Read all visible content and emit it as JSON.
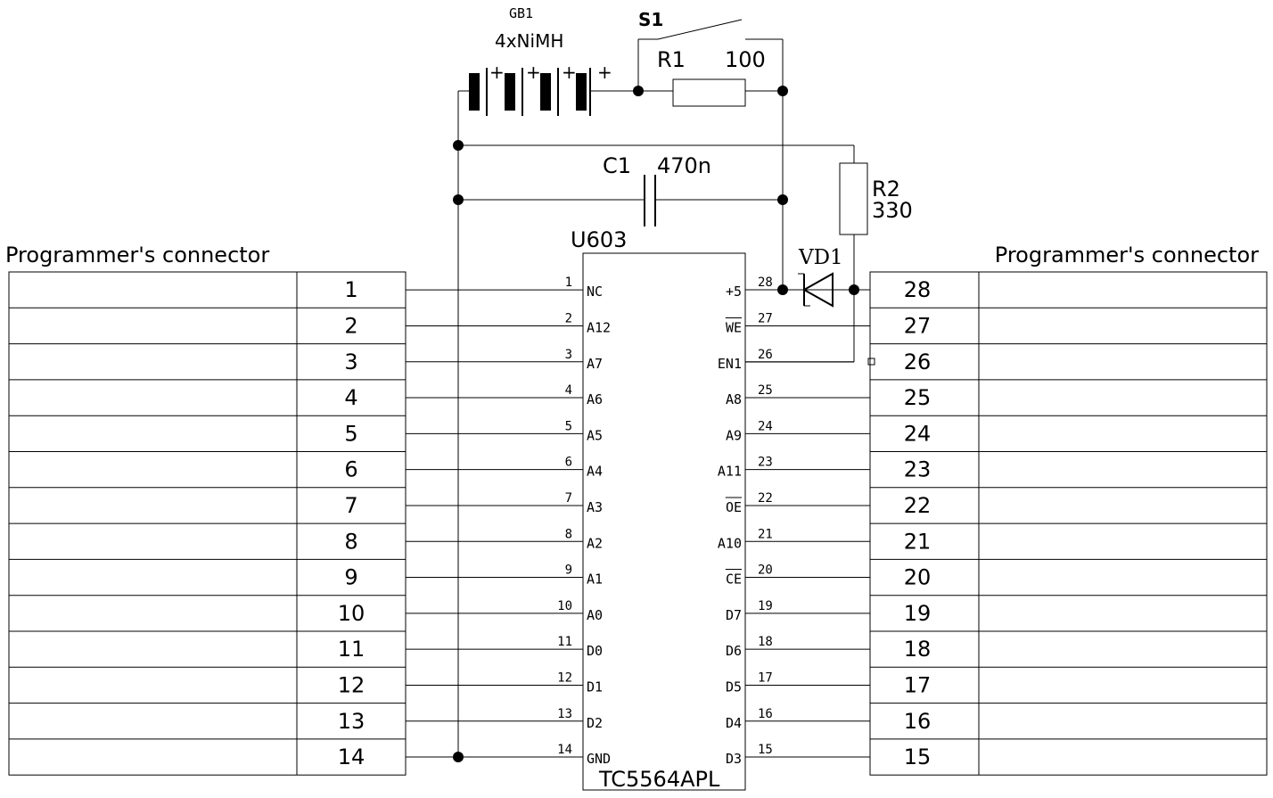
{
  "left_connector": {
    "title": "Programmer's connector",
    "pins": [
      "1",
      "2",
      "3",
      "4",
      "5",
      "6",
      "7",
      "8",
      "9",
      "10",
      "11",
      "12",
      "13",
      "14"
    ]
  },
  "right_connector": {
    "title": "Programmer's connector",
    "pins": [
      "28",
      "27",
      "26",
      "25",
      "24",
      "23",
      "22",
      "21",
      "20",
      "19",
      "18",
      "17",
      "16",
      "15"
    ]
  },
  "chip": {
    "designator": "U603",
    "part": "TC5564APL",
    "left_pins": [
      {
        "num": "1",
        "name": "NC"
      },
      {
        "num": "2",
        "name": "A12"
      },
      {
        "num": "3",
        "name": "A7"
      },
      {
        "num": "4",
        "name": "A6"
      },
      {
        "num": "5",
        "name": "A5"
      },
      {
        "num": "6",
        "name": "A4"
      },
      {
        "num": "7",
        "name": "A3"
      },
      {
        "num": "8",
        "name": "A2"
      },
      {
        "num": "9",
        "name": "A1"
      },
      {
        "num": "10",
        "name": "A0"
      },
      {
        "num": "11",
        "name": "D0"
      },
      {
        "num": "12",
        "name": "D1"
      },
      {
        "num": "13",
        "name": "D2"
      },
      {
        "num": "14",
        "name": "GND"
      }
    ],
    "right_pins": [
      {
        "num": "28",
        "name": "+5",
        "bar": false
      },
      {
        "num": "27",
        "name": "WE",
        "bar": true
      },
      {
        "num": "26",
        "name": "EN1",
        "bar": false
      },
      {
        "num": "25",
        "name": "A8",
        "bar": false
      },
      {
        "num": "24",
        "name": "A9",
        "bar": false
      },
      {
        "num": "23",
        "name": "A11",
        "bar": false
      },
      {
        "num": "22",
        "name": "OE",
        "bar": true
      },
      {
        "num": "21",
        "name": "A10",
        "bar": false
      },
      {
        "num": "20",
        "name": "CE",
        "bar": true
      },
      {
        "num": "19",
        "name": "D7",
        "bar": false
      },
      {
        "num": "18",
        "name": "D6",
        "bar": false
      },
      {
        "num": "17",
        "name": "D5",
        "bar": false
      },
      {
        "num": "16",
        "name": "D4",
        "bar": false
      },
      {
        "num": "15",
        "name": "D3",
        "bar": false
      }
    ]
  },
  "battery": {
    "designator": "GB1",
    "value": "4xNiMH",
    "plus": "+"
  },
  "switch": {
    "designator": "S1"
  },
  "r1": {
    "designator": "R1",
    "value": "100"
  },
  "r2": {
    "designator": "R2",
    "value": "330"
  },
  "c1": {
    "designator": "C1",
    "value": "470n"
  },
  "vd1": {
    "designator": "VD1"
  }
}
